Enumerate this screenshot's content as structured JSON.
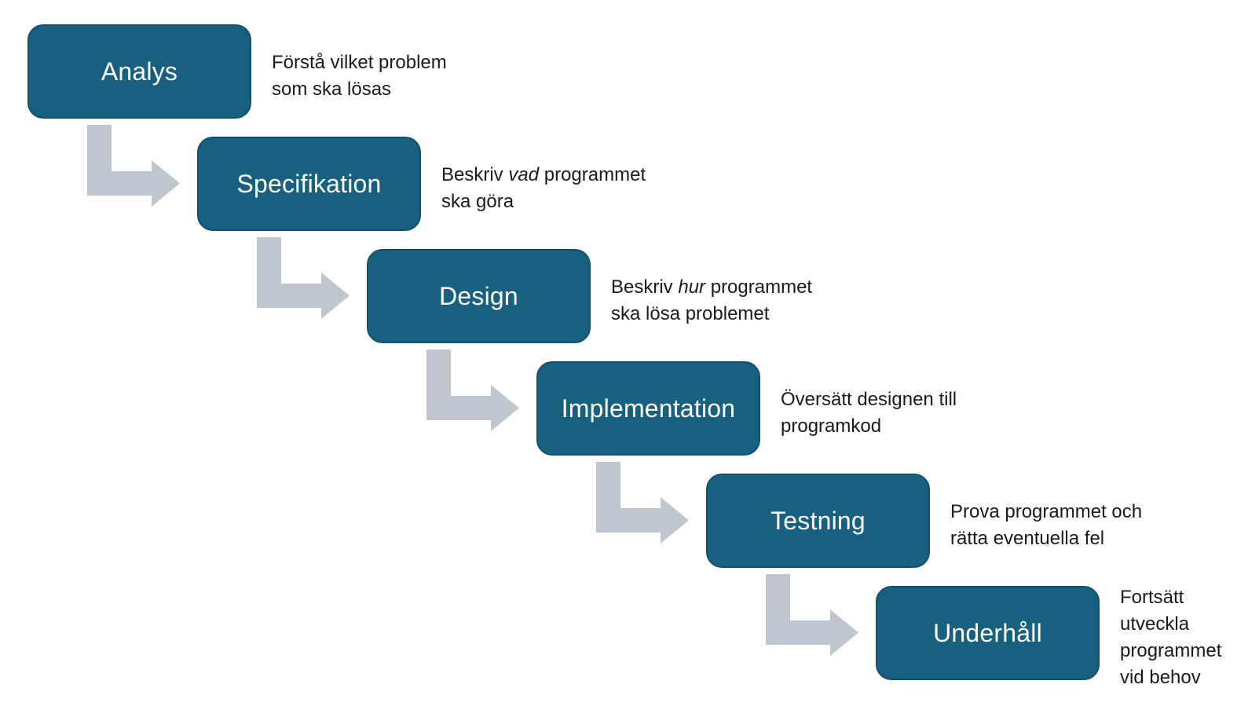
{
  "diagram": {
    "title": "Waterfall software development phases (Swedish)",
    "colors": {
      "box_fill": "#18607f",
      "box_border": "#11506c",
      "box_text": "#ffffff",
      "arrow": "#bfc6d0",
      "description_text": "#1a1a1a",
      "background": "#ffffff"
    },
    "arrow_icon": "elbow-down-right-arrow",
    "stages": [
      {
        "label": "Analys",
        "description_lines": [
          [
            {
              "text": "Förstå vilket problem"
            }
          ],
          [
            {
              "text": "som ska lösas"
            }
          ]
        ]
      },
      {
        "label": "Specifikation",
        "description_lines": [
          [
            {
              "text": "Beskriv "
            },
            {
              "text": "vad",
              "italic": true
            },
            {
              "text": " programmet"
            }
          ],
          [
            {
              "text": "ska göra"
            }
          ]
        ]
      },
      {
        "label": "Design",
        "description_lines": [
          [
            {
              "text": "Beskriv "
            },
            {
              "text": "hur",
              "italic": true
            },
            {
              "text": " programmet"
            }
          ],
          [
            {
              "text": "ska lösa problemet"
            }
          ]
        ]
      },
      {
        "label": "Implementation",
        "description_lines": [
          [
            {
              "text": "Översätt designen till"
            }
          ],
          [
            {
              "text": "programkod"
            }
          ]
        ]
      },
      {
        "label": "Testning",
        "description_lines": [
          [
            {
              "text": "Prova programmet och"
            }
          ],
          [
            {
              "text": "rätta eventuella fel"
            }
          ]
        ]
      },
      {
        "label": "Underhåll",
        "description_lines": [
          [
            {
              "text": "Fortsätt"
            }
          ],
          [
            {
              "text": "utveckla"
            }
          ],
          [
            {
              "text": "programmet"
            }
          ],
          [
            {
              "text": "vid behov"
            }
          ]
        ]
      }
    ]
  }
}
